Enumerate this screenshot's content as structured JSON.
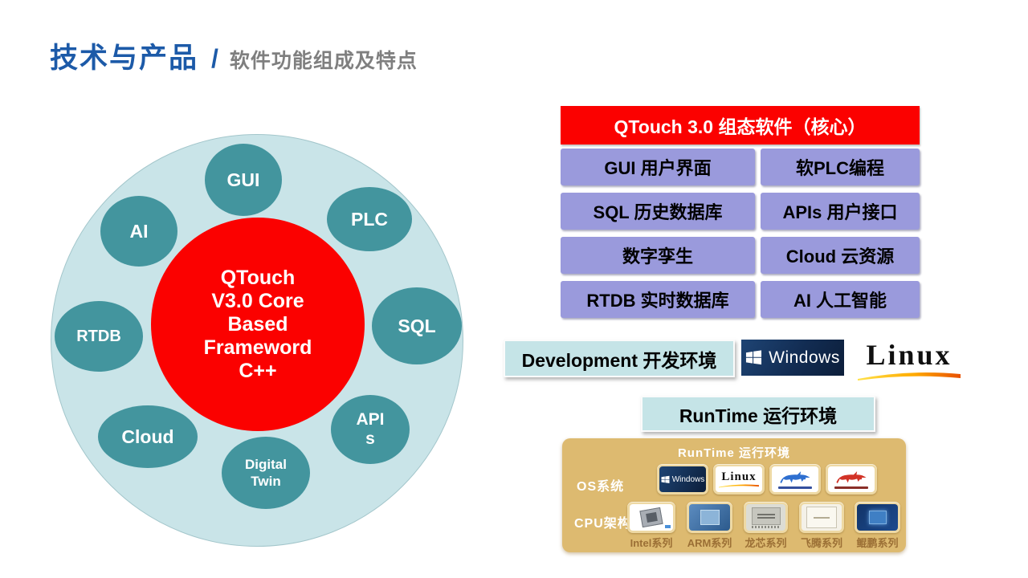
{
  "header": {
    "title": "技术与产品",
    "separator": "/",
    "subtitle": "软件功能组成及特点"
  },
  "core_diagram": {
    "center_lines": [
      "QTouch",
      "V3.0 Core",
      "Based",
      "Frameword",
      "C++"
    ],
    "satellites": {
      "gui": "GUI",
      "plc": "PLC",
      "ai": "AI",
      "sql": "SQL",
      "rtdb": "RTDB",
      "cloud": "Cloud",
      "apis_line1": "API",
      "apis_line2": "s",
      "digital_line1": "Digital",
      "digital_line2": "Twin"
    }
  },
  "stack": {
    "header": "QTouch 3.0 组态软件（核心）",
    "rows": [
      {
        "left": "GUI 用户界面",
        "right": "软PLC编程"
      },
      {
        "left": "SQL 历史数据库",
        "right": "APIs 用户接口"
      },
      {
        "left": "数字孪生",
        "right": "Cloud 云资源"
      },
      {
        "left": "RTDB 实时数据库",
        "right": "AI 人工智能"
      }
    ]
  },
  "env": {
    "development": "Development 开发环境",
    "runtime": "RunTime 运行环境"
  },
  "brands": {
    "windows": "Windows",
    "linux": "Linux"
  },
  "runtime_panel": {
    "title": "RunTime 运行环境",
    "os_label": "OS系统",
    "cpu_label": "CPU架构",
    "cpu_series": [
      "Intel系列",
      "ARM系列",
      "龙芯系列",
      "飞腾系列",
      "鲲鹏系列"
    ]
  },
  "colors": {
    "accent_blue": "#1c5aa8",
    "subtitle_gray": "#7f7f7f",
    "core_red": "#fb0100",
    "satellite_teal": "#43959e",
    "ring_teal": "#c9e4e8",
    "cell_purple": "#9a9adc",
    "env_teal": "#c5e4e7",
    "panel_tan": "#ddba70"
  }
}
